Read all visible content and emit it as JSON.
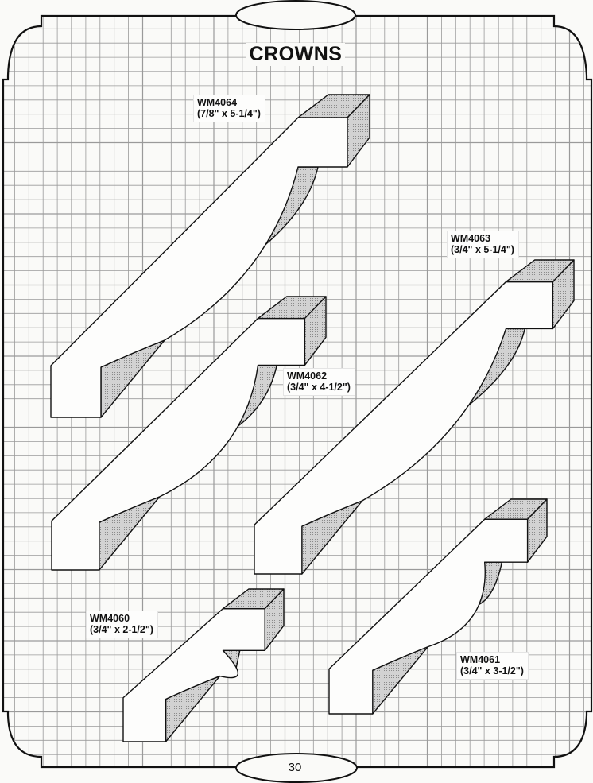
{
  "page": {
    "title": "CROWNS",
    "page_number": "30"
  },
  "products": [
    {
      "code": "WM4064",
      "size": "(7/8\" x 5-1/4\")"
    },
    {
      "code": "WM4063",
      "size": "(3/4\" x 5-1/4\")"
    },
    {
      "code": "WM4062",
      "size": "(3/4\" x 4-1/2\")"
    },
    {
      "code": "WM4060",
      "size": "(3/4\" x 2-1/2\")"
    },
    {
      "code": "WM4061",
      "size": "(3/4\" x 3-1/2\")"
    }
  ],
  "colors": {
    "grid": "#9a9a9a",
    "shade": "#bdbdbd",
    "line": "#111111"
  }
}
